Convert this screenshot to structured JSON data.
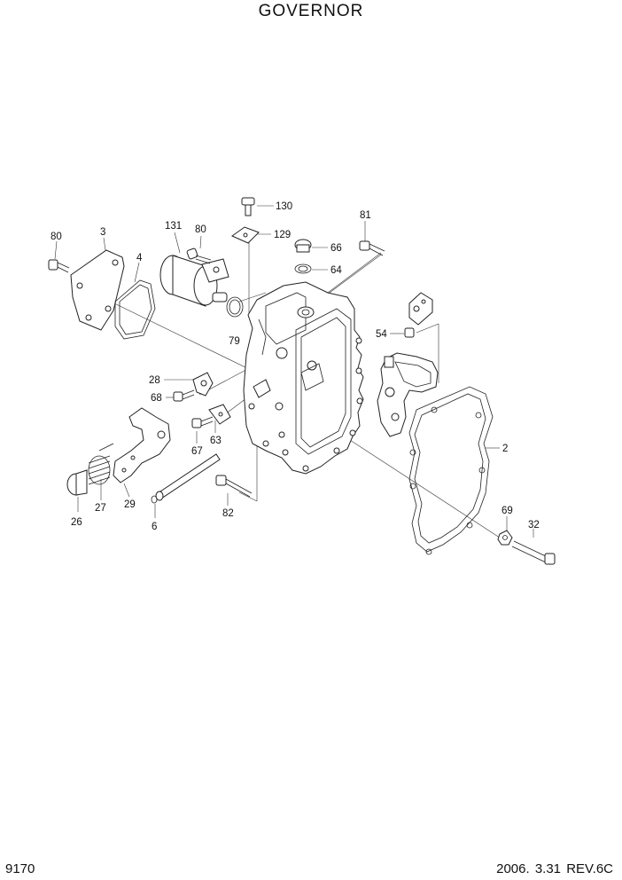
{
  "title": "GOVERNOR",
  "page_number": "9170",
  "revision": "2006. 3.31  REV.6C",
  "part_labels": {
    "p130": "130",
    "p129": "129",
    "p131": "131",
    "p80a": "80",
    "p80b": "80",
    "p3": "3",
    "p4": "4",
    "p66": "66",
    "p64": "64",
    "p81": "81",
    "p79": "79",
    "p54": "54",
    "p28": "28",
    "p68": "68",
    "p63": "63",
    "p67": "67",
    "p2": "2",
    "p26": "26",
    "p27": "27",
    "p29": "29",
    "p6": "6",
    "p82": "82",
    "p69": "69",
    "p32": "32"
  }
}
